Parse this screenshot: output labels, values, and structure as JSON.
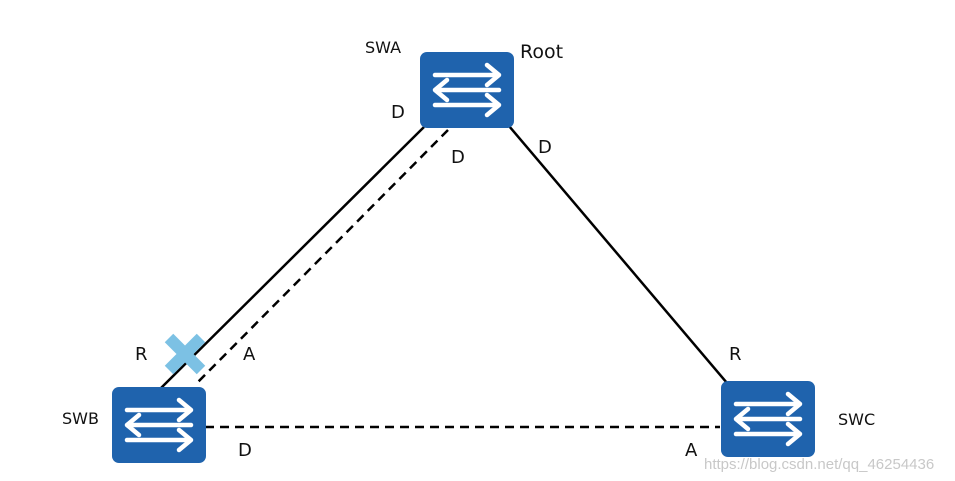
{
  "colors": {
    "switch_body": "#1f63ad",
    "link": "#000000",
    "blocked_marker": "#7cc1e4"
  },
  "switches": {
    "swa": {
      "name": "SWA",
      "role": "Root",
      "icon": "switch-icon"
    },
    "swb": {
      "name": "SWB",
      "icon": "switch-icon"
    },
    "swc": {
      "name": "SWC",
      "icon": "switch-icon"
    }
  },
  "ports": {
    "swa_to_swb_solid": "D",
    "swa_to_swb_dashed": "D",
    "swa_to_swc": "D",
    "swb_to_swa_solid": "R",
    "swb_to_swa_dashed": "A",
    "swb_to_swc": "D",
    "swc_to_swa": "R",
    "swc_to_swb": "A"
  },
  "blocked_marker": {
    "icon": "x-icon"
  },
  "watermark": "https://blog.csdn.net/qq_46254436"
}
